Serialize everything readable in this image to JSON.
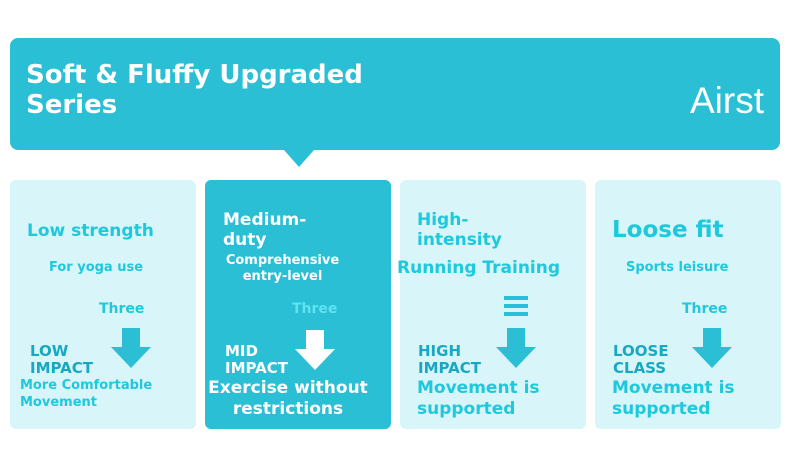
{
  "banner": {
    "title": "Soft & Fluffy Upgraded Series",
    "brand": "Airst"
  },
  "cards": [
    {
      "heading": "Low strength",
      "sub": "For yoga use",
      "level": "Three",
      "impact": "LOW IMPACT",
      "desc": "More Comfortable Movement"
    },
    {
      "heading": "Medium-duty",
      "sub": "Comprehensive entry-level",
      "level": "Three",
      "impact": "MID IMPACT",
      "desc": "Exercise without restrictions"
    },
    {
      "heading": "High-intensity",
      "sub": "Running Training",
      "impact": "HIGH IMPACT",
      "desc": "Movement is supported"
    },
    {
      "heading": "Loose fit",
      "sub": "Sports leisure",
      "level": "Three",
      "impact": "LOOSE CLASS",
      "desc": "Movement is supported"
    }
  ],
  "colors": {
    "accent": "#2bbfd5",
    "card_bg": "#d8f5f9",
    "text_cyan": "#1ec8dd"
  }
}
